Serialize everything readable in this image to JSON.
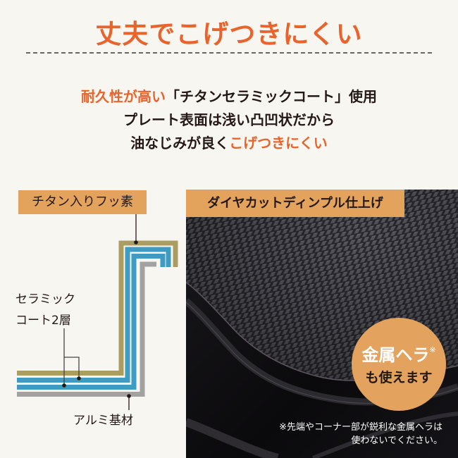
{
  "headline": "丈夫でこげつきにくい",
  "description": {
    "line1_accent": "耐久性が高い",
    "line1_rest": "「チタンセラミックコート」使用",
    "line2": "プレート表面は浅い凸凹状だから",
    "line3_plain": "油なじみが良く",
    "line3_accent": "こげつきにくい"
  },
  "diagram": {
    "top_label": "チタン入りフッ素",
    "ceramic_label_line1": "セラミック",
    "ceramic_label_line2": "コート2層",
    "base_label": "アルミ基材",
    "layer_colors": {
      "titanium_fluorine": "#ab9d62",
      "ceramic": "#3e9cc4",
      "aluminum": "#a2a2a2"
    }
  },
  "photo": {
    "label": "ダイヤカットディンプル仕上げ",
    "badge_line1": "金属ヘラ",
    "badge_mark": "※",
    "badge_line2": "も使えます",
    "note_line1": "※先端やコーナー部が鋭利な金属ヘラは",
    "note_line2": "使わないでください。"
  },
  "colors": {
    "accent": "#e8642c",
    "label_bg": "#e4a35c",
    "background": "#f8f6f1",
    "text": "#231815"
  }
}
